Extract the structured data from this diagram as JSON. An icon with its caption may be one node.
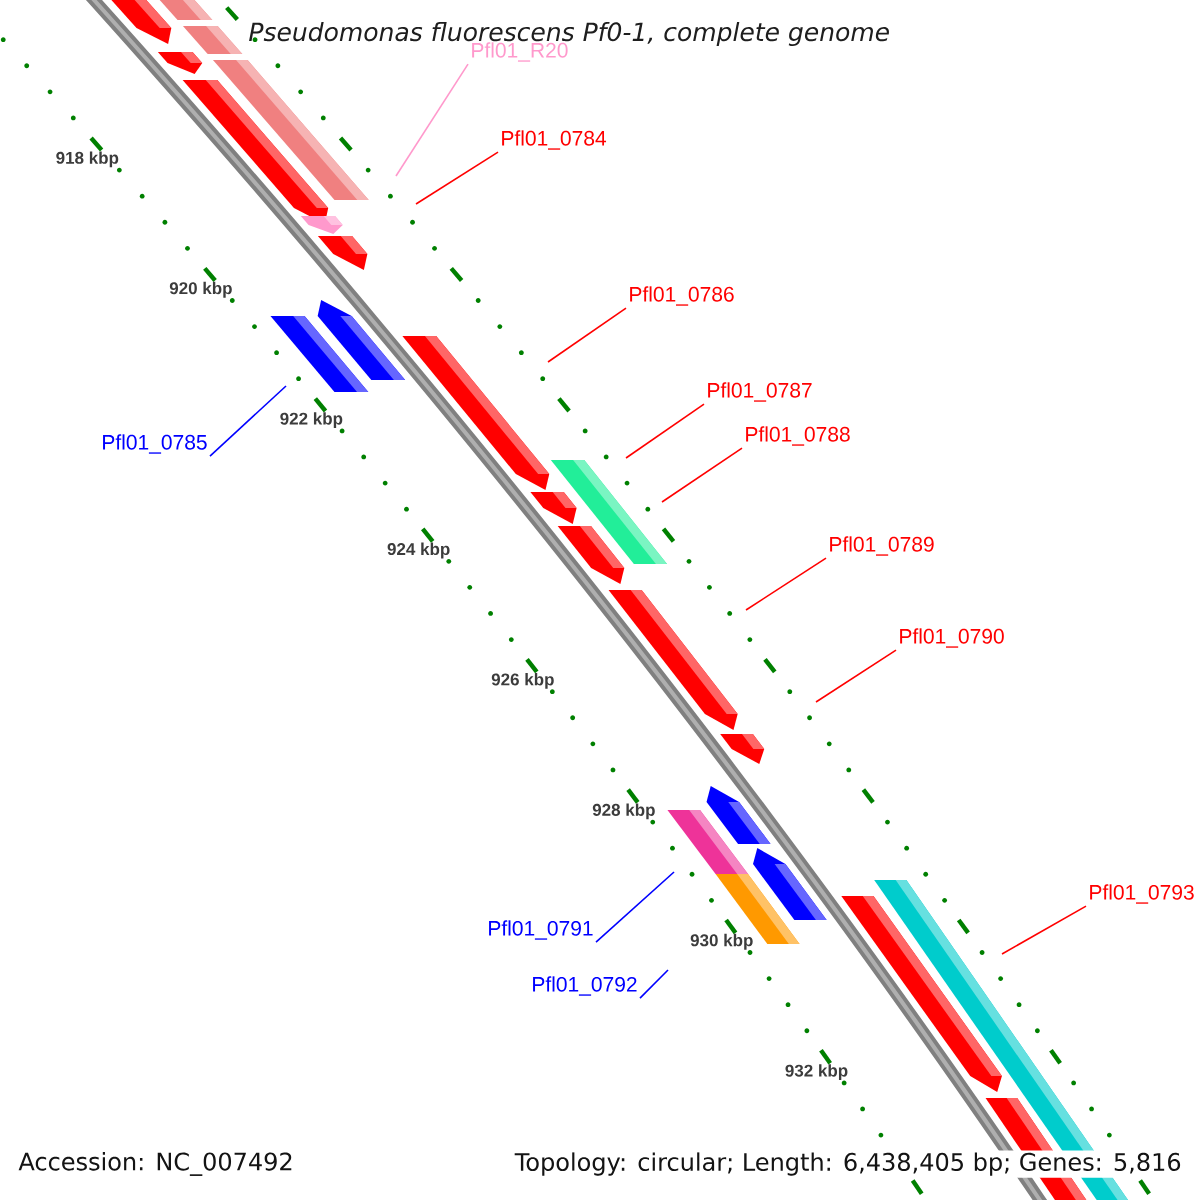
{
  "diagram": {
    "title": "Pseudomonas fluorescens Pf0-1, complete genome",
    "nodes": [
      {
        "text": [
          "Pfl01_R20"
        ]
      },
      {
        "text": [
          "Pfl01_0784"
        ]
      },
      {
        "text": [
          "Pfl01_0785"
        ]
      },
      {
        "text": [
          "Pfl01_0786"
        ]
      },
      {
        "text": [
          "Pfl01_0787"
        ]
      },
      {
        "text": [
          "Pfl01_0788"
        ]
      },
      {
        "text": [
          "Pfl01_0789"
        ]
      },
      {
        "text": [
          "Pfl01_0790"
        ]
      },
      {
        "text": [
          "Pfl01_0791"
        ]
      },
      {
        "text": [
          "Pfl01_0792"
        ]
      },
      {
        "text": [
          "Pfl01_0793"
        ]
      }
    ],
    "edges": [
      {
        "from": 0,
        "to": null,
        "arrow": "none",
        "color": "#ff99cc"
      },
      {
        "from": 1,
        "to": null,
        "arrow": "none"
      },
      {
        "from": 2,
        "to": null,
        "arrow": "none",
        "color": "#0000ff"
      },
      {
        "from": 3,
        "to": null,
        "arrow": "none"
      },
      {
        "from": 4,
        "to": null,
        "arrow": "none"
      },
      {
        "from": 5,
        "to": null,
        "arrow": "none"
      },
      {
        "from": 6,
        "to": null,
        "arrow": "none"
      },
      {
        "from": 7,
        "to": null,
        "arrow": "none"
      },
      {
        "from": 8,
        "to": null,
        "arrow": "none",
        "color": "#0000ff"
      },
      {
        "from": 9,
        "to": null,
        "arrow": "none",
        "color": "#0000ff"
      },
      {
        "from": 10,
        "to": null,
        "arrow": "none"
      }
    ],
    "labels": [
      "918 kbp",
      "920 kbp",
      "922 kbp",
      "924 kbp",
      "926 kbp",
      "928 kbp",
      "930 kbp",
      "932 kbp",
      "Accession: NC_007492",
      "Topology: circular; Length: 6,438,405 bp; Genes: 5,816"
    ]
  }
}
